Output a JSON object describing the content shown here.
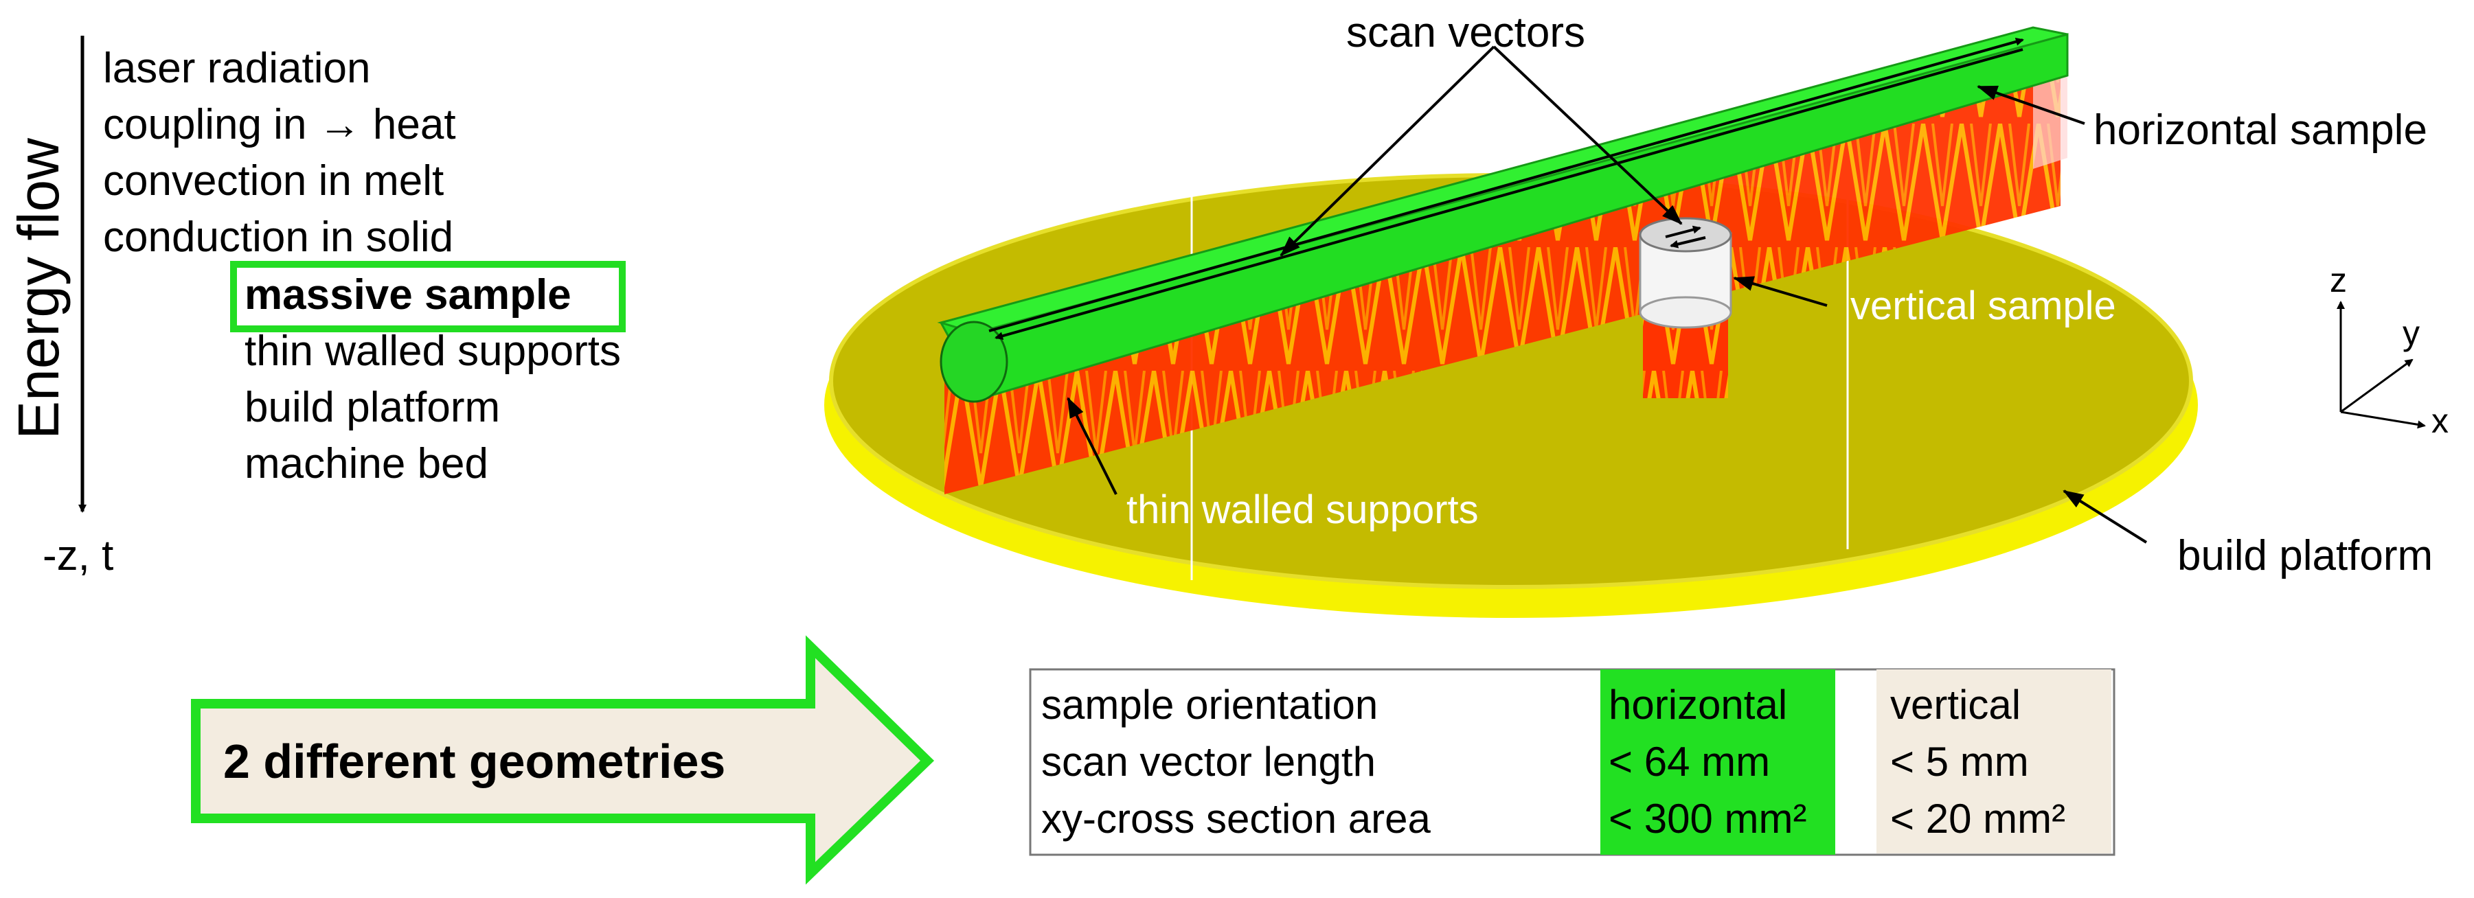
{
  "energy_flow": {
    "axis_title": "Energy flow",
    "axis_end_label": "-z, t",
    "items": [
      "laser radiation",
      "coupling in → heat",
      "convection in melt",
      "conduction in solid",
      "massive sample",
      "thin walled supports",
      "build platform",
      "machine bed"
    ],
    "highlighted_item": "massive sample"
  },
  "model": {
    "labels": {
      "scan_vectors": "scan vectors",
      "horizontal_sample": "horizontal sample",
      "vertical_sample": "vertical sample",
      "thin_walled_supports": "thin walled supports",
      "build_platform": "build platform"
    },
    "coord_axes": {
      "z": "z",
      "y": "y",
      "x": "x"
    }
  },
  "callout": {
    "text": "2 different geometries"
  },
  "comparison_table": {
    "rows": [
      {
        "property": "sample orientation",
        "horizontal": "horizontal",
        "vertical": "vertical"
      },
      {
        "property": "scan vector length",
        "horizontal": "< 64 mm",
        "vertical": "< 5 mm"
      },
      {
        "property": "xy-cross section area",
        "horizontal": "< 300 mm²",
        "vertical": "< 20 mm²"
      }
    ]
  },
  "colors": {
    "green": "#22e022",
    "support_red": "#ff2a00",
    "platform": "#c4bb00",
    "platform_edge": "#f4f000",
    "beige": "#f3ece0"
  }
}
